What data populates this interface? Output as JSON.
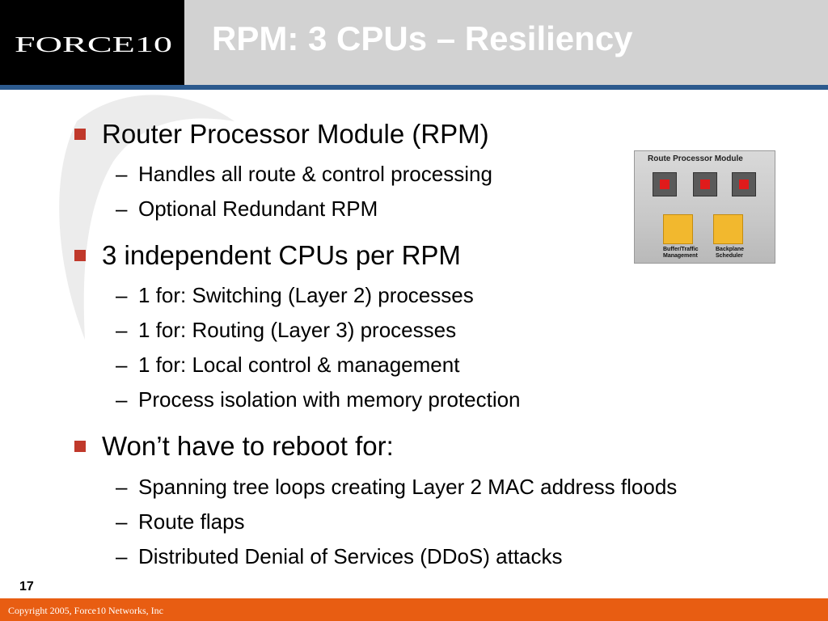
{
  "header": {
    "logo_text": "FORCE10",
    "title": "RPM: 3 CPUs – Resiliency"
  },
  "bullets": [
    {
      "text": "Router Processor Module (RPM)",
      "subs": [
        "Handles all route & control processing",
        "Optional Redundant RPM"
      ]
    },
    {
      "text": "3 independent CPUs per RPM",
      "subs": [
        "1 for: Switching (Layer 2) processes",
        "1 for: Routing (Layer 3) processes",
        "1 for: Local control & management",
        "Process isolation with memory protection"
      ]
    },
    {
      "text": "Won’t have to reboot for:",
      "subs": [
        "Spanning tree loops creating Layer 2 MAC address floods",
        "Route flaps",
        "Distributed Denial of Services (DDoS) attacks"
      ]
    }
  ],
  "module_image": {
    "title": "Route Processor Module",
    "labels": [
      "Buffer/Traffic Management",
      "Backplane Scheduler"
    ]
  },
  "page_number": "17",
  "footer": {
    "copyright": "Copyright 2005, Force10 Networks, Inc"
  },
  "colors": {
    "header_bg": "#d2d2d2",
    "rule": "#2c5a8e",
    "bullet": "#c0392b",
    "footer": "#e85d12"
  }
}
